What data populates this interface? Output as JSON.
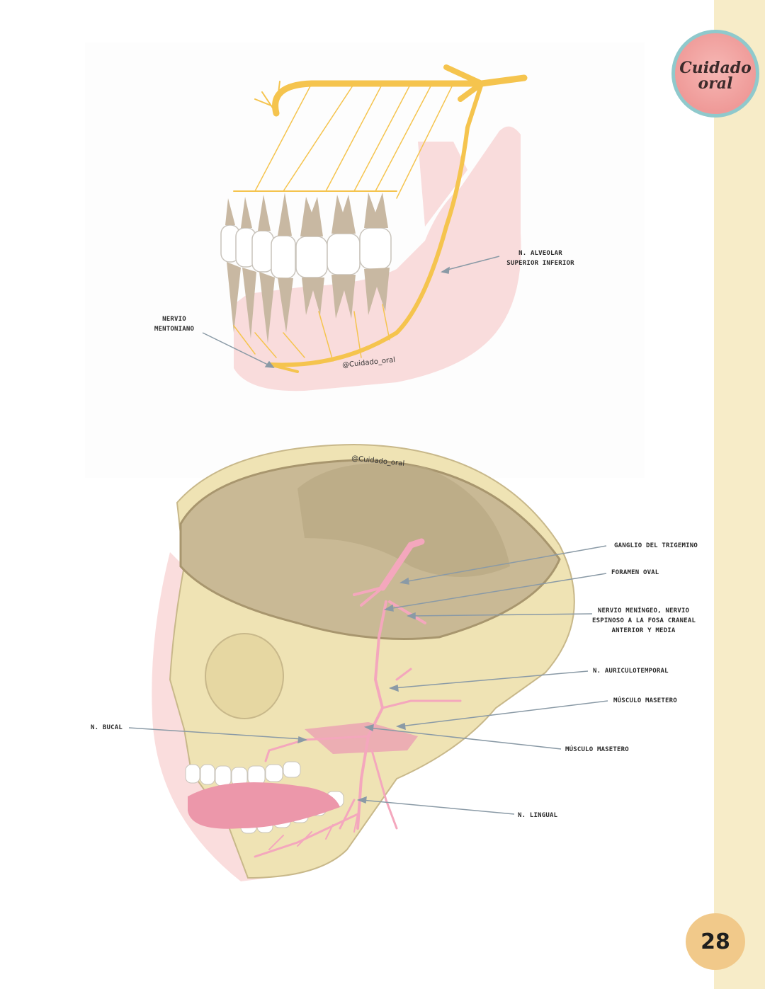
{
  "logo": {
    "line1": "Cuidado",
    "line2": "oral"
  },
  "page_number": "28",
  "figure1": {
    "watermark": "@Cuidado_oral",
    "labels": {
      "alveolar_line1": "N. ALVEOLAR",
      "alveolar_line2": "SUPERIOR INFERIOR",
      "mentoniano_line1": "NERVIO",
      "mentoniano_line2": "MENTONIANO"
    }
  },
  "figure2": {
    "watermark": "@Cuidado_oral",
    "labels": {
      "ganglio": "GANGLIO  DEL TRIGEMINO",
      "foramen": "FORAMEN OVAL",
      "meningeo_line1": "NERVIO MENÍNGEO, NERVIO",
      "meningeo_line2": "ESPINOSO A LA FOSA CRANEAL",
      "meningeo_line3": "ANTERIOR Y MEDIA",
      "auriculo": "N. AURICULOTEMPORAL",
      "masetero1": "MÚSCULO MASETERO",
      "masetero2": "MÚSCULO MASETERO",
      "bucal": "N. BUCAL",
      "lingual": "N. LINGUAL"
    }
  },
  "colors": {
    "side_strip": "#f7ecc8",
    "nerve_yellow": "#f5c44e",
    "nerve_pink": "#f4a7bd",
    "bone": "#efe3b4",
    "gum": "#f7d3d3",
    "pointer": "#8a9aa6"
  }
}
